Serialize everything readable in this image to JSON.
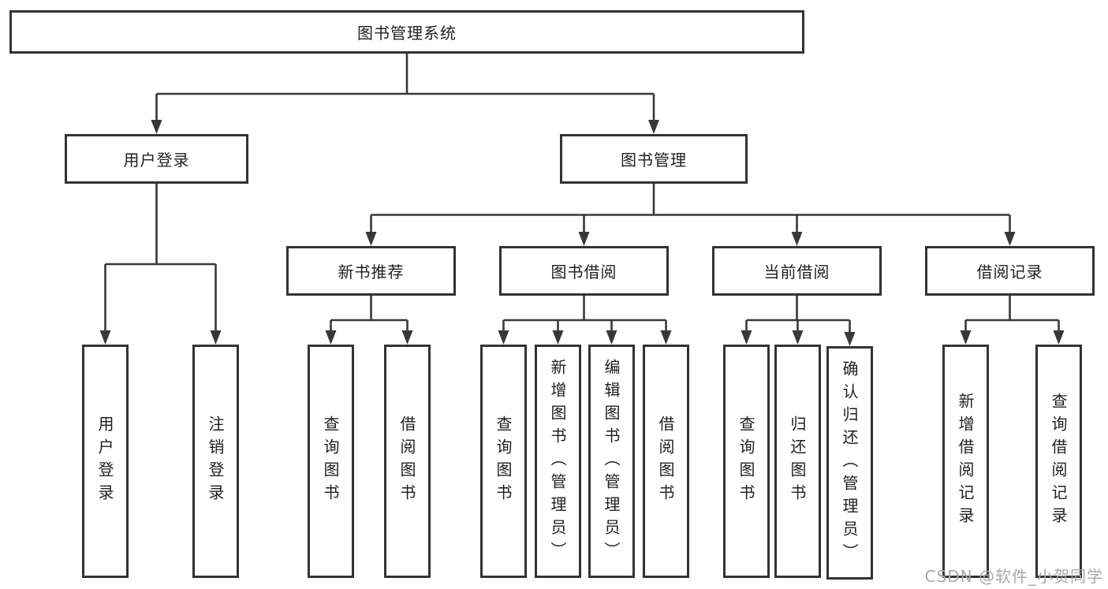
{
  "tree": {
    "label": "图书管理系统",
    "children": [
      {
        "label": "用户登录",
        "children": [
          {
            "label": "用户登录"
          },
          {
            "label": "注销登录"
          }
        ]
      },
      {
        "label": "图书管理",
        "children": [
          {
            "label": "新书推荐",
            "children": [
              {
                "label": "查询图书"
              },
              {
                "label": "借阅图书"
              }
            ]
          },
          {
            "label": "图书借阅",
            "children": [
              {
                "label": "查询图书"
              },
              {
                "label": "新增图书（管理员）"
              },
              {
                "label": "编辑图书（管理员）"
              },
              {
                "label": "借阅图书"
              }
            ]
          },
          {
            "label": "当前借阅",
            "children": [
              {
                "label": "查询图书"
              },
              {
                "label": "归还图书"
              },
              {
                "label": "确认归还（管理员）"
              }
            ]
          },
          {
            "label": "借阅记录",
            "children": [
              {
                "label": "新增借阅记录"
              },
              {
                "label": "查询借阅记录"
              }
            ]
          }
        ]
      }
    ]
  },
  "watermark": {
    "text": "CSDN @软件_小贺同学"
  },
  "colors": {
    "line": "#383838",
    "box_border": "#333333",
    "text": "#1f1f1f",
    "watermark": "#a9a9a9",
    "background": "#ffffff"
  }
}
